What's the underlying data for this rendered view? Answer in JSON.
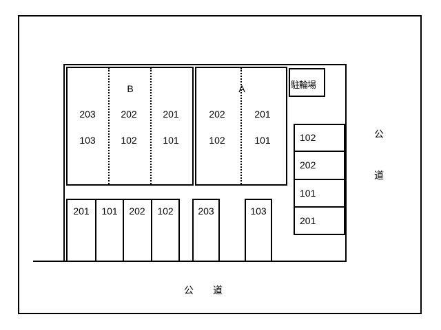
{
  "road": {
    "bottom_label": "公　　道",
    "right_label_1": "公",
    "right_label_2": "道"
  },
  "building_b": {
    "name": "B",
    "upper_floor": [
      "203",
      "202",
      "201"
    ],
    "lower_floor": [
      "103",
      "102",
      "101"
    ]
  },
  "building_a": {
    "name": "A",
    "upper_floor": [
      "202",
      "201"
    ],
    "lower_floor": [
      "102",
      "101"
    ]
  },
  "bicycle_parking": {
    "label": "駐輪場"
  },
  "parking_bottom": [
    "201",
    "101",
    "202",
    "102",
    "203",
    "103"
  ],
  "parking_right": [
    "102",
    "202",
    "101",
    "201"
  ]
}
